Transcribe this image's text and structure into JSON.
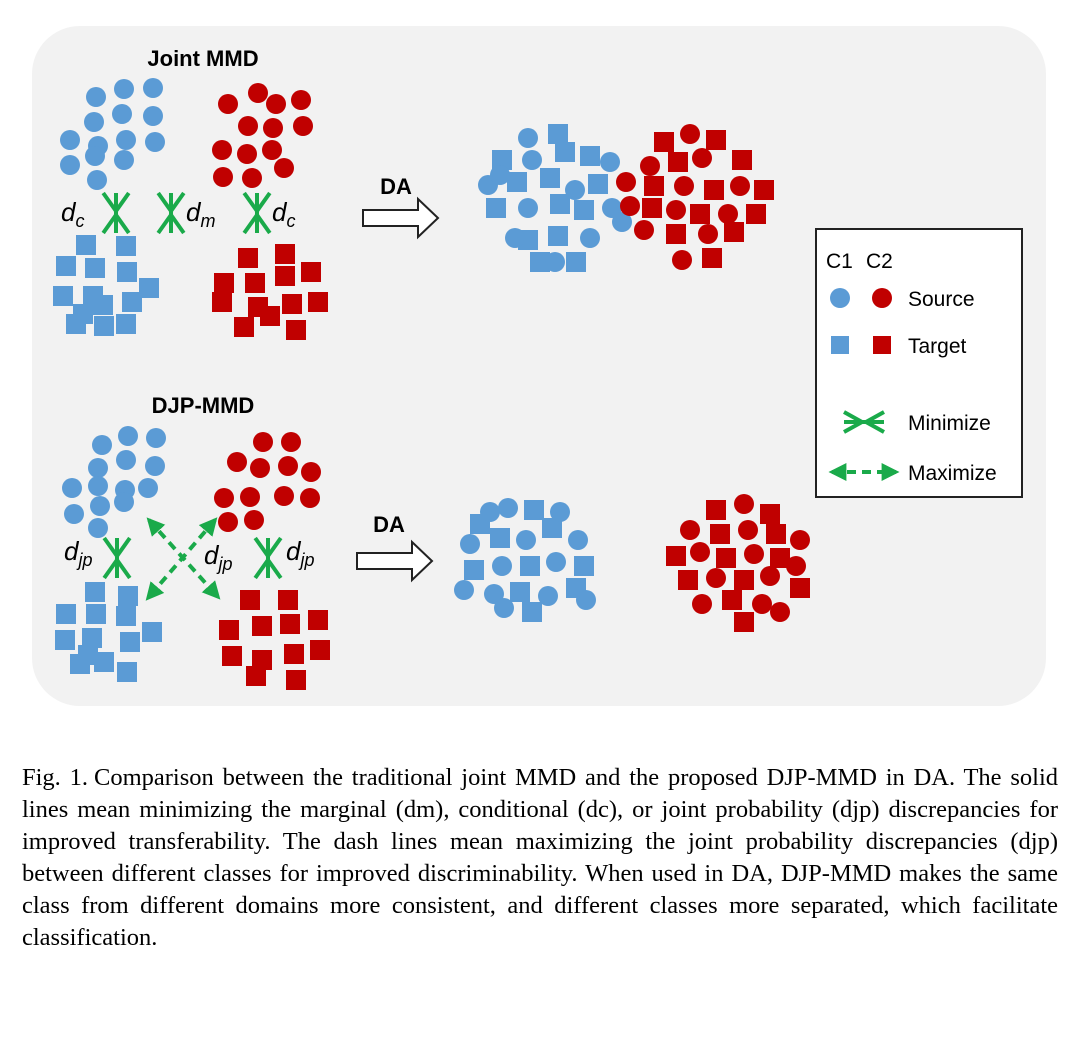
{
  "panels": {
    "top_title": "Joint MMD",
    "bottom_title": "DJP-MMD",
    "da_label": "DA"
  },
  "math_labels": {
    "d": "d",
    "sub_c": "c",
    "sub_m": "m",
    "sub_jp": "jp"
  },
  "legend": {
    "header_c1": "C1",
    "header_c2": "C2",
    "source": "Source",
    "target": "Target",
    "minimize": "Minimize",
    "maximize": "Maximize"
  },
  "colors": {
    "class1": "#5b9bd5",
    "class2": "#c00000",
    "arrow": "#1aaa4a",
    "panel_bg": "#f2f2f2"
  },
  "caption": {
    "label": "Fig. 1.",
    "text": "Comparison between the traditional joint MMD and the proposed DJP-MMD in DA. The solid lines mean minimizing the marginal (dm), conditional (dc), or joint probability (djp) discrepancies for improved transferability. The dash lines mean maximizing the joint probability discrepancies (djp) between different classes for improved discriminability. When used in DA, DJP-MMD makes the same class from different domains more consistent, and different classes more separated, which facilitate classification."
  }
}
